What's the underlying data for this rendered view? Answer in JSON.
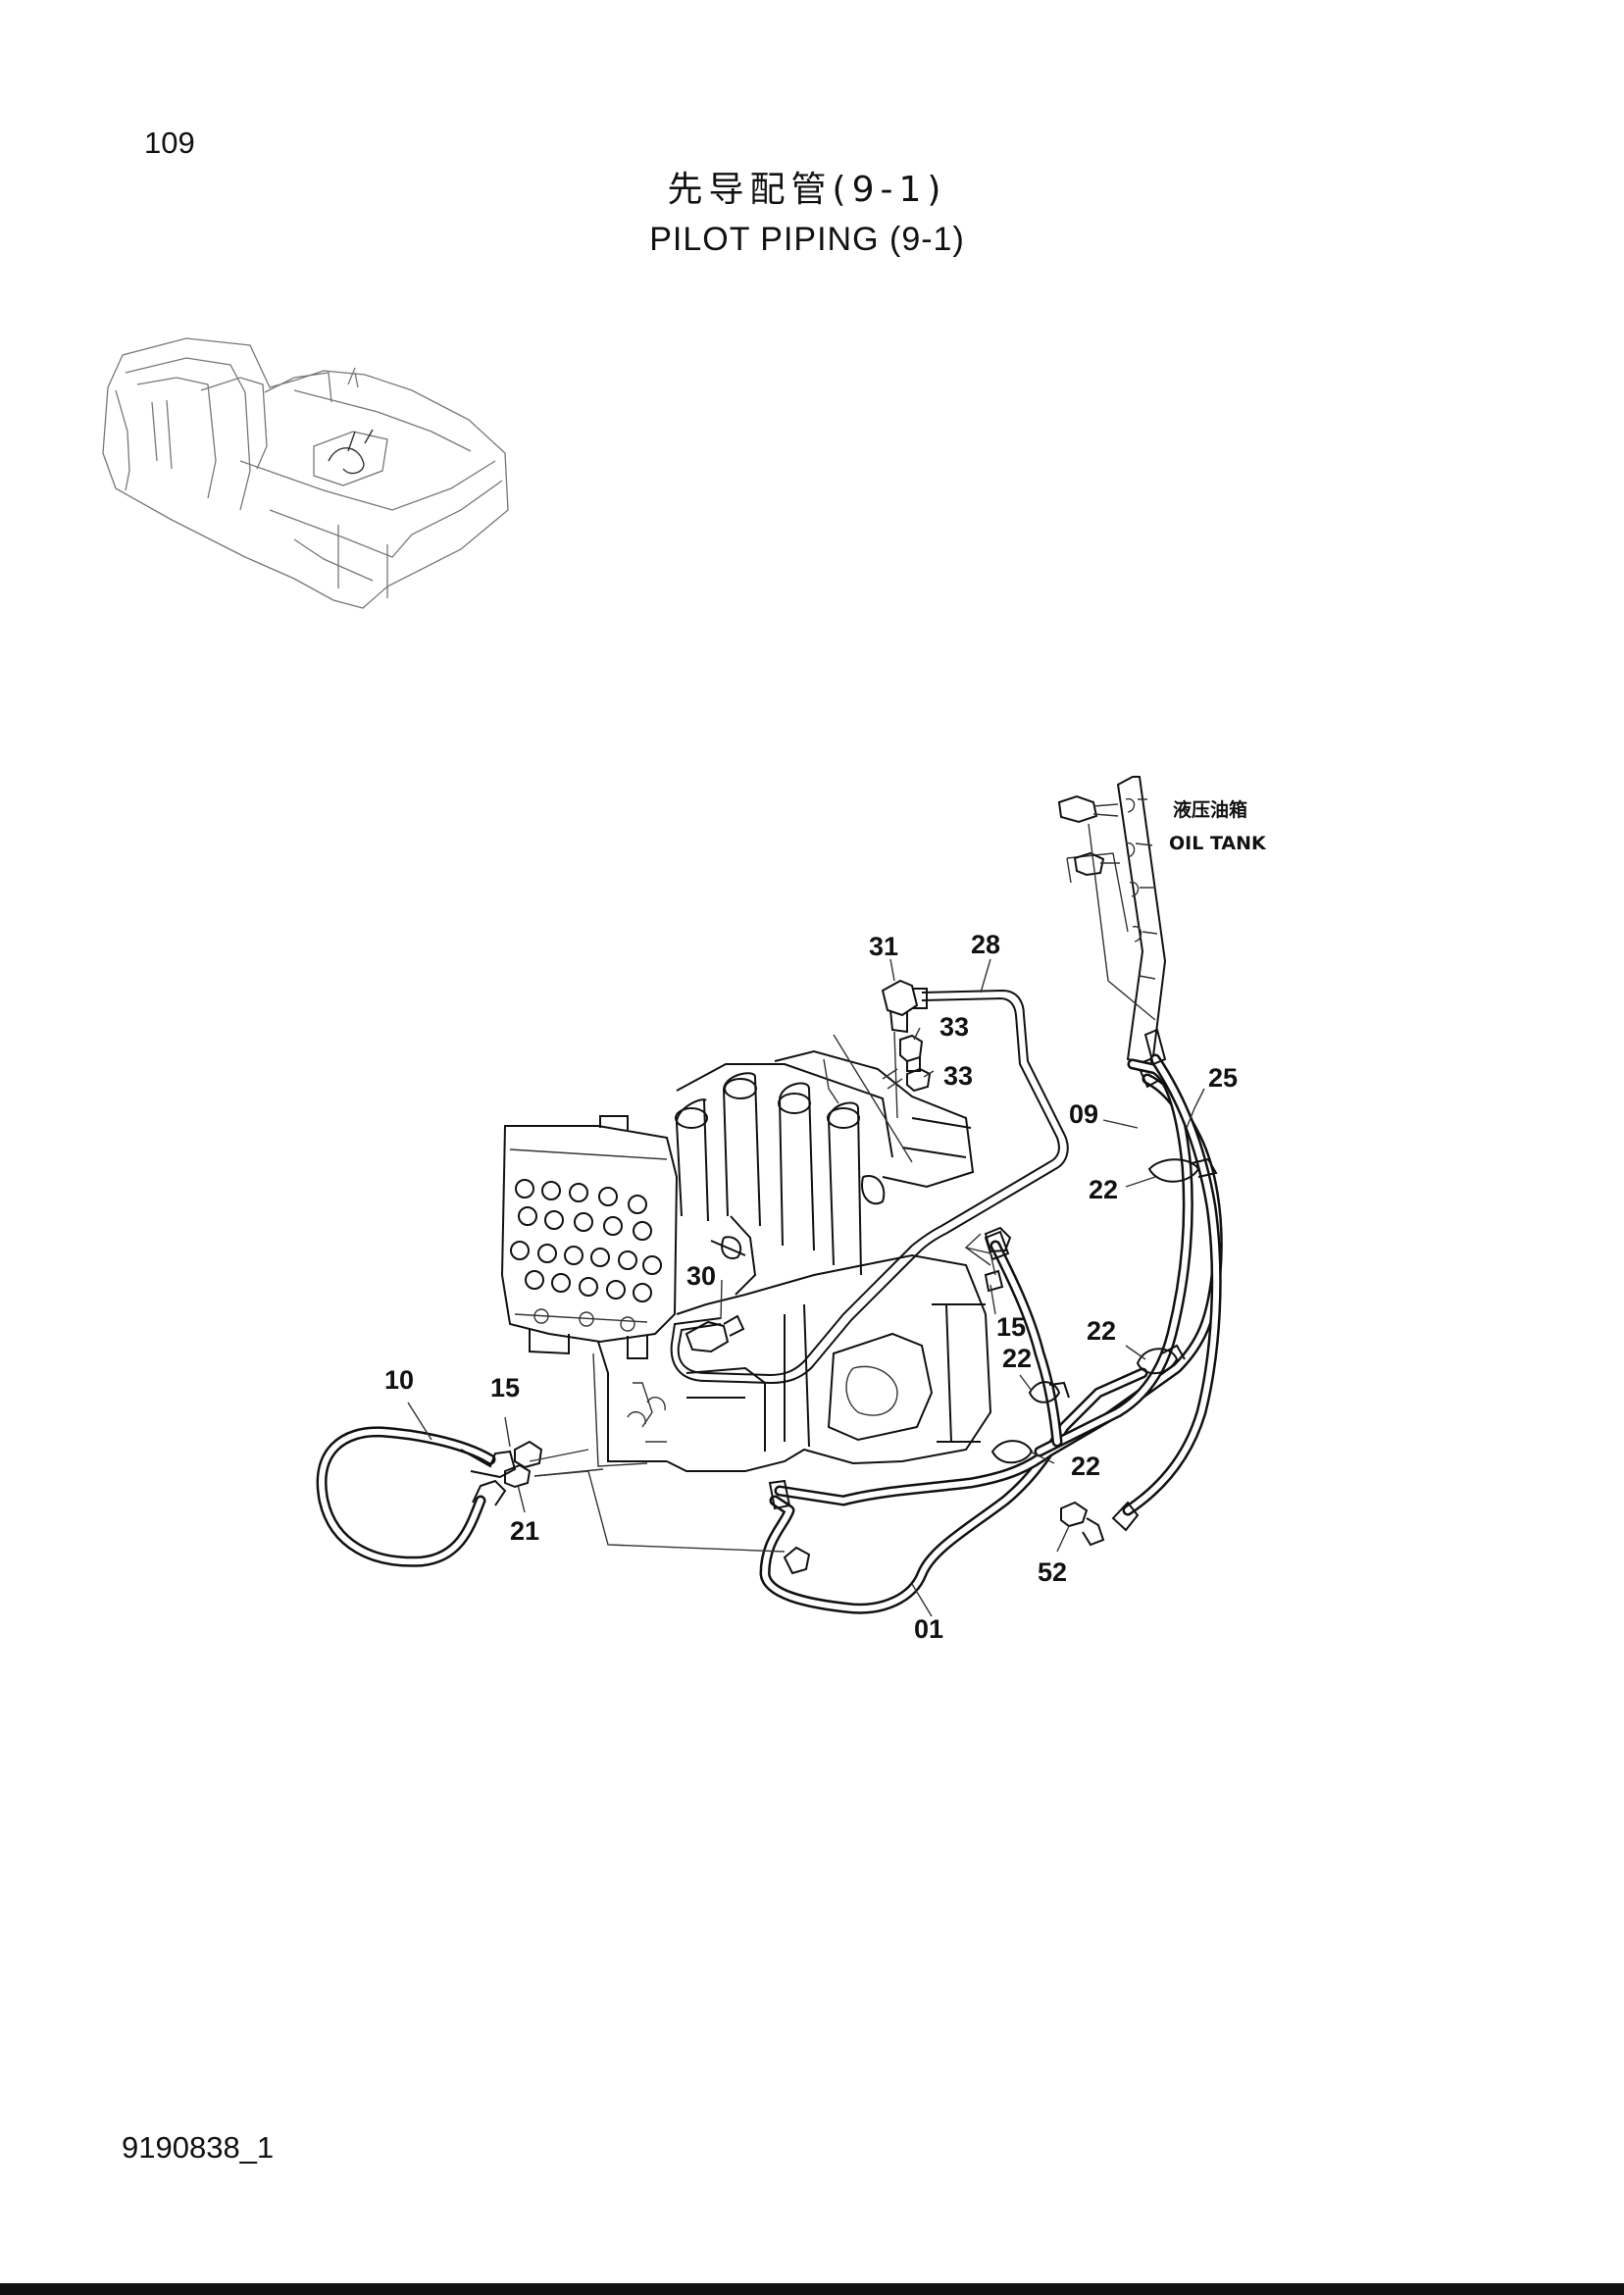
{
  "page": {
    "number": "109",
    "title_cn": "先导配管(9-1)",
    "title_en": "PILOT PIPING (9-1)",
    "doc_code": "9190838_1"
  },
  "diagram": {
    "oil_tank_cn": "液压油箱",
    "oil_tank_en": "OIL TANK",
    "callouts": [
      {
        "id": "c31",
        "label": "31"
      },
      {
        "id": "c28",
        "label": "28"
      },
      {
        "id": "c33a",
        "label": "33"
      },
      {
        "id": "c33b",
        "label": "33"
      },
      {
        "id": "c25",
        "label": "25"
      },
      {
        "id": "c09",
        "label": "09"
      },
      {
        "id": "c22a",
        "label": "22"
      },
      {
        "id": "c30",
        "label": "30"
      },
      {
        "id": "c15a",
        "label": "15"
      },
      {
        "id": "c22b",
        "label": "22"
      },
      {
        "id": "c22c",
        "label": "22"
      },
      {
        "id": "c10",
        "label": "10"
      },
      {
        "id": "c15b",
        "label": "15"
      },
      {
        "id": "c22d",
        "label": "22"
      },
      {
        "id": "c21",
        "label": "21"
      },
      {
        "id": "c52",
        "label": "52"
      },
      {
        "id": "c01",
        "label": "01"
      }
    ]
  }
}
